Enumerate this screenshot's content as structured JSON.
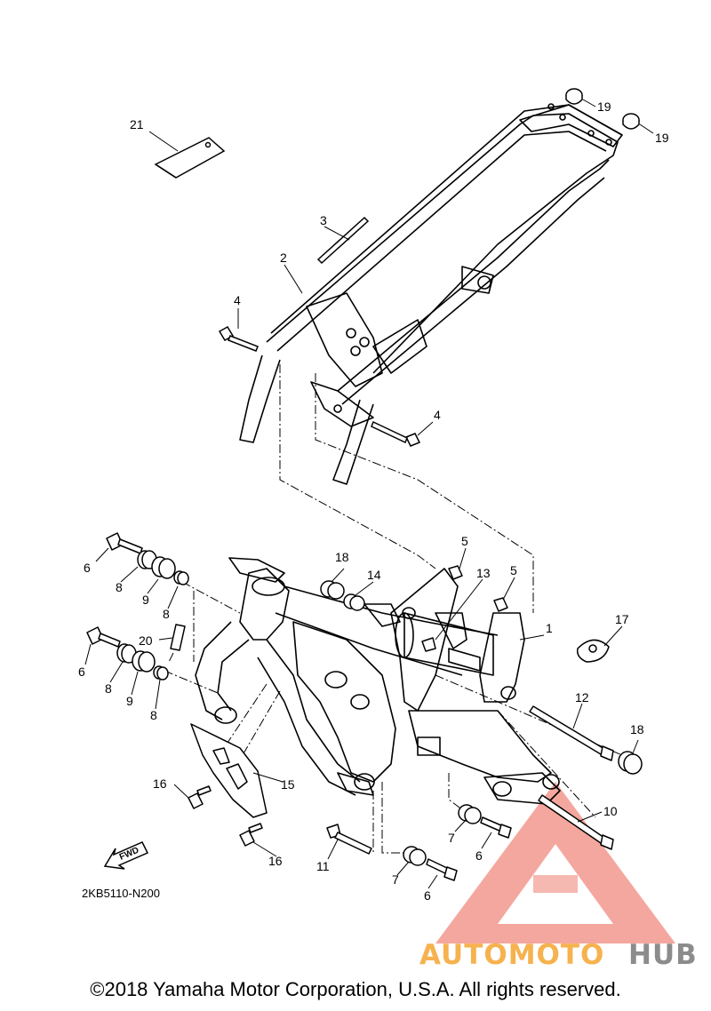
{
  "diagram": {
    "parts": [
      {
        "id": "p1",
        "number": "1"
      },
      {
        "id": "p2",
        "number": "2"
      },
      {
        "id": "p3",
        "number": "3"
      },
      {
        "id": "p4a",
        "number": "4"
      },
      {
        "id": "p4b",
        "number": "4"
      },
      {
        "id": "p5a",
        "number": "5"
      },
      {
        "id": "p5b",
        "number": "5"
      },
      {
        "id": "p6a",
        "number": "6"
      },
      {
        "id": "p6b",
        "number": "6"
      },
      {
        "id": "p6c",
        "number": "6"
      },
      {
        "id": "p6d",
        "number": "6"
      },
      {
        "id": "p7a",
        "number": "7"
      },
      {
        "id": "p7b",
        "number": "7"
      },
      {
        "id": "p8a",
        "number": "8"
      },
      {
        "id": "p8b",
        "number": "8"
      },
      {
        "id": "p8c",
        "number": "8"
      },
      {
        "id": "p8d",
        "number": "8"
      },
      {
        "id": "p9a",
        "number": "9"
      },
      {
        "id": "p9b",
        "number": "9"
      },
      {
        "id": "p10",
        "number": "10"
      },
      {
        "id": "p11",
        "number": "11"
      },
      {
        "id": "p12",
        "number": "12"
      },
      {
        "id": "p13",
        "number": "13"
      },
      {
        "id": "p14",
        "number": "14"
      },
      {
        "id": "p15",
        "number": "15"
      },
      {
        "id": "p16a",
        "number": "16"
      },
      {
        "id": "p16b",
        "number": "16"
      },
      {
        "id": "p17",
        "number": "17"
      },
      {
        "id": "p18a",
        "number": "18"
      },
      {
        "id": "p18b",
        "number": "18"
      },
      {
        "id": "p19a",
        "number": "19"
      },
      {
        "id": "p19b",
        "number": "19"
      },
      {
        "id": "p20",
        "number": "20"
      },
      {
        "id": "p21",
        "number": "21"
      }
    ],
    "diagram_code": "2KB5110-N200",
    "fwd_label": "FWD"
  },
  "watermark": {
    "part1": "AUTOMOTO",
    "part2": "HUB",
    "color_primary": "#f08a7e",
    "color_secondary": "#f6b24e",
    "color_tertiary": "#8c8c8c"
  },
  "footer": {
    "copyright": "©2018 Yamaha Motor Corporation, U.S.A. All rights reserved."
  }
}
